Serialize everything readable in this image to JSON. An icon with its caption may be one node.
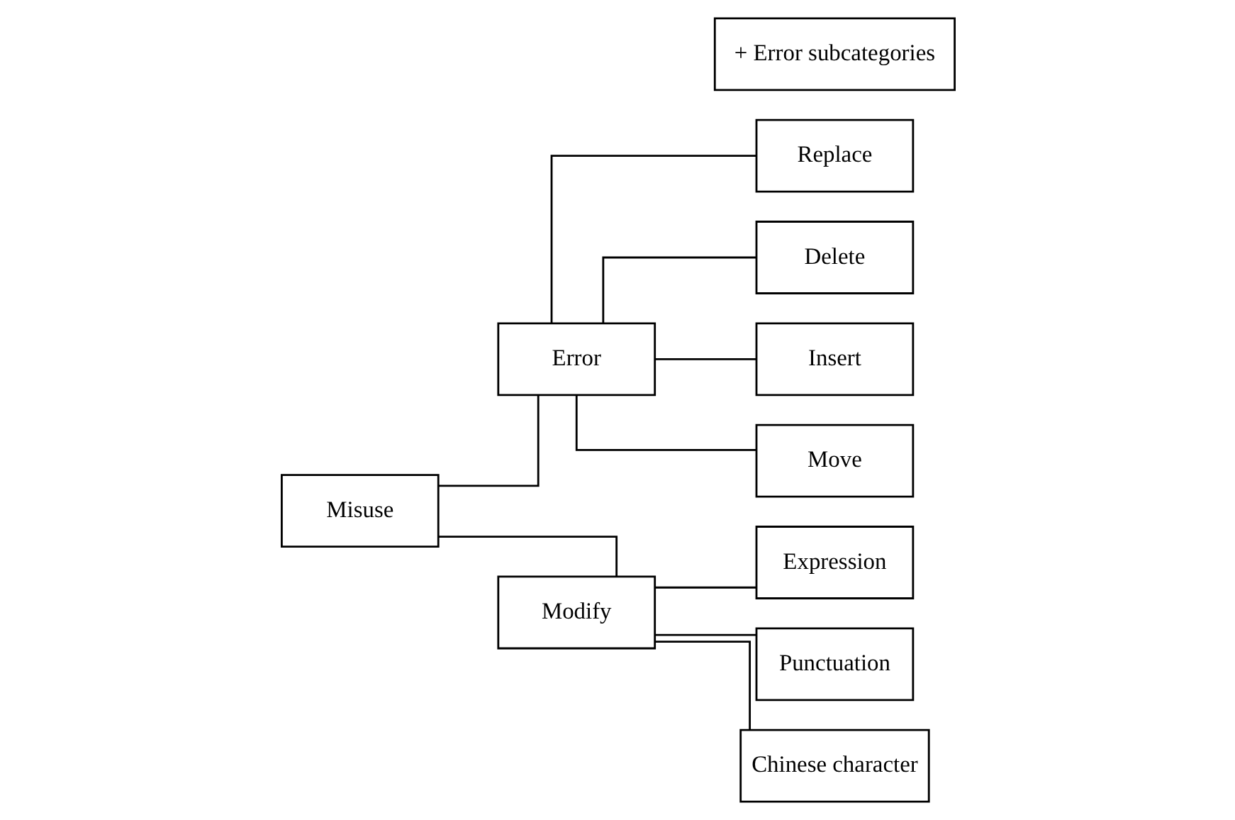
{
  "diagram": {
    "nodes": [
      {
        "text": [
          "Misuse"
        ]
      },
      {
        "text": [
          "Error"
        ]
      },
      {
        "text": [
          "Modify"
        ]
      },
      {
        "text": [
          "Replace"
        ]
      },
      {
        "text": [
          "Delete"
        ]
      },
      {
        "text": [
          "Insert"
        ]
      },
      {
        "text": [
          "Move"
        ]
      },
      {
        "text": [
          "Expression"
        ]
      },
      {
        "text": [
          "Punctuation"
        ]
      },
      {
        "text": [
          "Chinese character"
        ]
      },
      {
        "text": [
          "+ Error subcategories"
        ]
      }
    ],
    "edges": [
      {
        "from": 0,
        "to": 1,
        "arrow": "none"
      },
      {
        "from": 0,
        "to": 2,
        "arrow": "none"
      },
      {
        "from": 1,
        "to": 3,
        "arrow": "none"
      },
      {
        "from": 1,
        "to": 4,
        "arrow": "none"
      },
      {
        "from": 1,
        "to": 5,
        "arrow": "none"
      },
      {
        "from": 1,
        "to": 6,
        "arrow": "none"
      },
      {
        "from": 2,
        "to": 7,
        "arrow": "none"
      },
      {
        "from": 2,
        "to": 8,
        "arrow": "none"
      },
      {
        "from": 2,
        "to": 9,
        "arrow": "none"
      }
    ]
  }
}
